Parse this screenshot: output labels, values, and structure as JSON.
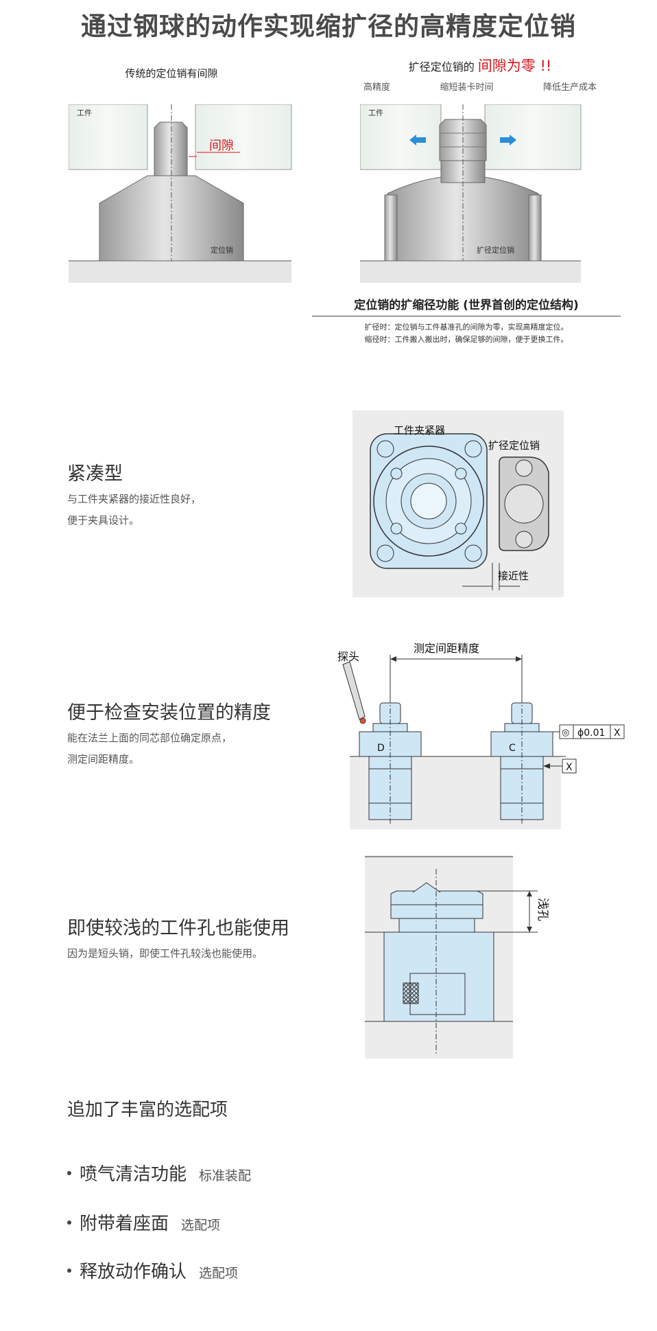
{
  "page": {
    "title": "通过钢球的动作实现缩扩径的高精度定位销"
  },
  "compare": {
    "left_caption": "传统的定位销有间隙",
    "right_caption_main": "扩径定位销的",
    "right_caption_emph": "间隙为零 !!",
    "right_benefits": [
      "高精度",
      "缩短装卡时间",
      "降低生产成本"
    ],
    "label_workpiece": "工件",
    "label_gap": "间隙",
    "label_pin": "定位销",
    "label_expand_pin": "扩径定位销",
    "function_title": "定位销的扩缩径功能 (世界首创的定位结构)",
    "function_lines": [
      "扩径时：定位销与工件基准孔的间隙为零，实现高精度定位。",
      "缩径时：工件搬入搬出时，确保足够的间隙，便于更换工件。"
    ]
  },
  "features": [
    {
      "heading": "紧凑型",
      "lines": [
        "与工件夹紧器的接近性良好，",
        "便于夹具设计。"
      ],
      "diagram": {
        "label_clamp": "工件夹紧器",
        "label_pin": "扩径定位销",
        "label_access": "接近性"
      }
    },
    {
      "heading": "便于检查安装位置的精度",
      "lines": [
        "能在法兰上面的同芯部位确定原点，",
        "测定间距精度。"
      ],
      "diagram": {
        "label_probe": "探头",
        "label_pitch": "测定间距精度",
        "label_d": "D",
        "label_c": "C",
        "label_concentric": "◎",
        "label_tol": "ϕ0.01",
        "label_datum": "X"
      }
    },
    {
      "heading": "即使较浅的工件孔也能使用",
      "lines": [
        "因为是短头销，即使工件孔较浅也能使用。"
      ],
      "diagram": {
        "label_shallow": "浅孔"
      }
    }
  ],
  "options": {
    "heading": "追加了丰富的选配项",
    "items": [
      {
        "name": "喷气清洁功能",
        "tag": "标准装配"
      },
      {
        "name": "附带着座面",
        "tag": "选配项"
      },
      {
        "name": "释放动作确认",
        "tag": "选配项"
      }
    ]
  },
  "colors": {
    "accent_red": "#d8141b",
    "arrow_blue": "#2a8fd6",
    "part_blue": "#cfe6f5",
    "work_green": "#eaf1ec"
  }
}
